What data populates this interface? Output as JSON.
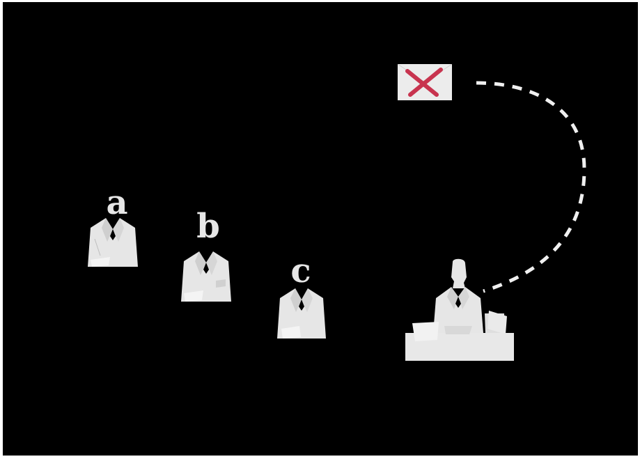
{
  "scene": {
    "background_color": "#000000",
    "paper_color": "#e8e8e8",
    "mark_color": "#c8344f"
  },
  "letters": {
    "a": "a",
    "b": "b",
    "c": "c"
  },
  "icons": {
    "envelope": "envelope-crossed-icon",
    "person": "paper-person-icon",
    "clerk": "paper-clerk-at-desk-icon"
  }
}
